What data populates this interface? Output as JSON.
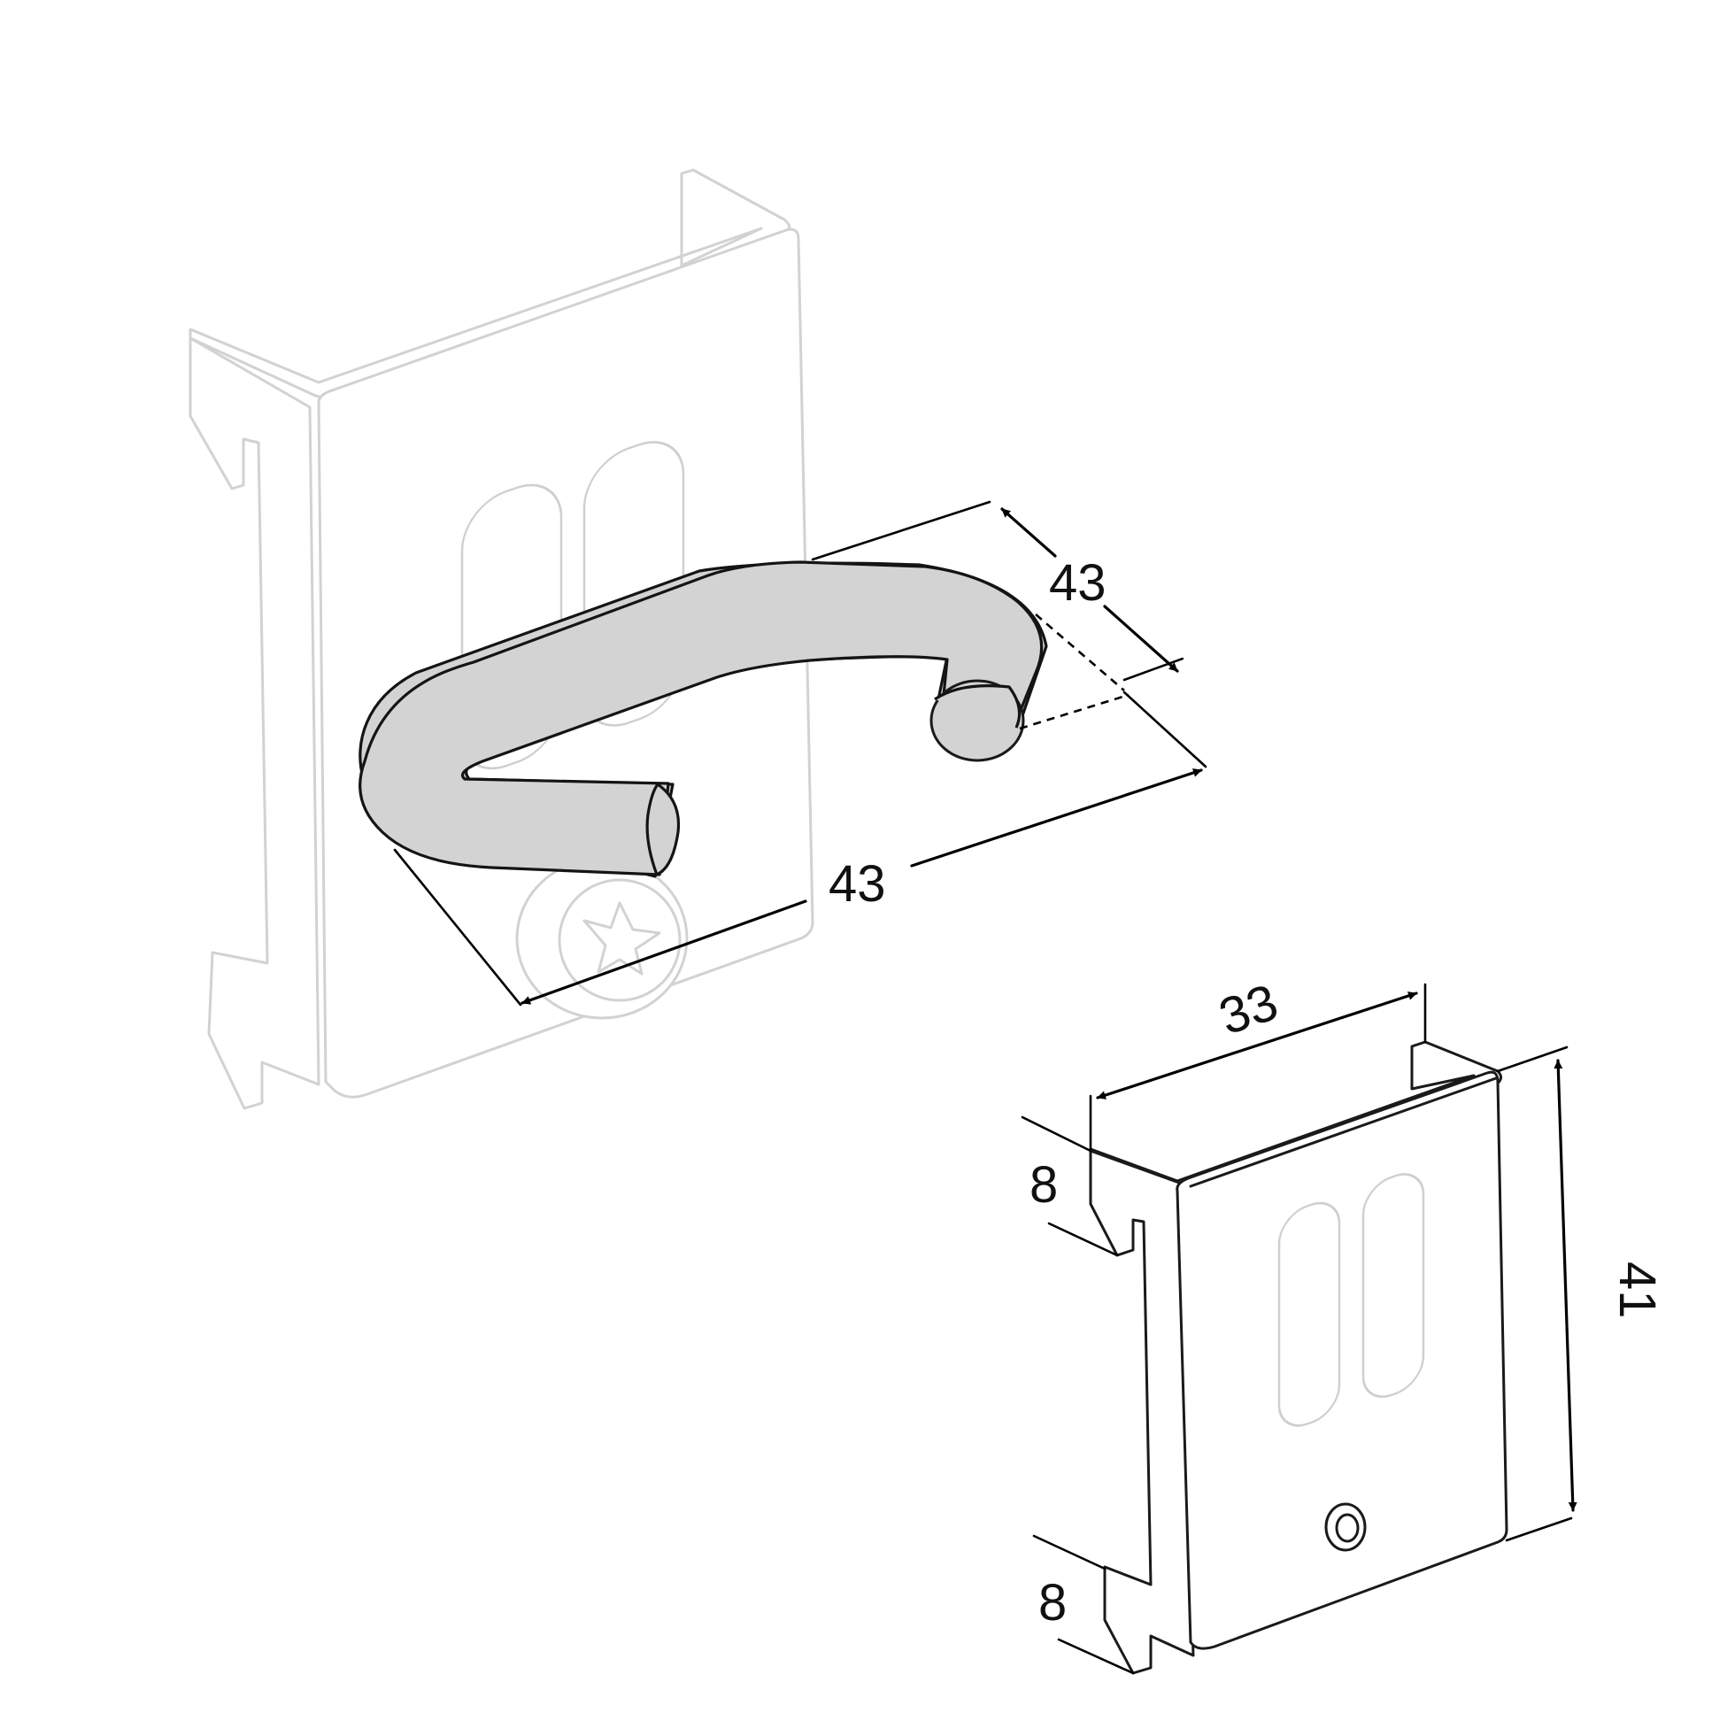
{
  "diagram": {
    "colors": {
      "ink": "#1a1a1a",
      "ghost_outline": "#d2d2d2",
      "hook_fill": "#d3d3d3",
      "background": "#ffffff"
    },
    "dimensions": {
      "hook_depth": "43",
      "hook_length": "43",
      "plate_width": "33",
      "plate_height": "41",
      "tab_top": "8",
      "tab_bottom": "8"
    }
  }
}
